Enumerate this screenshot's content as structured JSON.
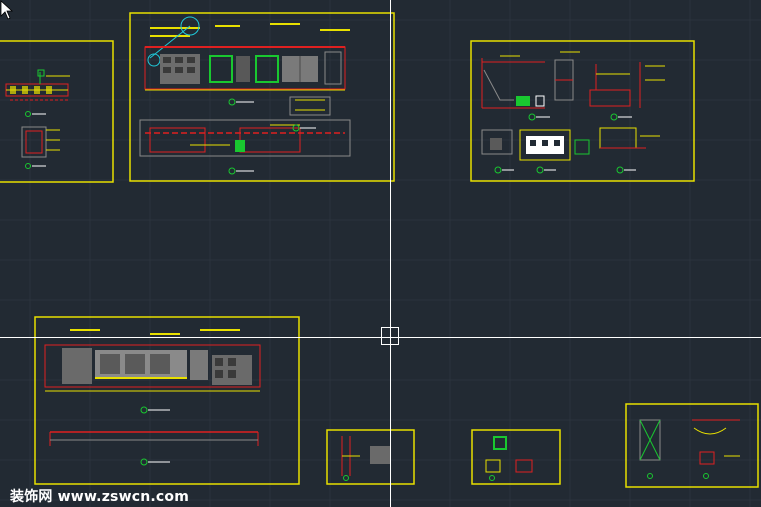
{
  "app": {
    "name": "CAD model space viewport"
  },
  "watermark": {
    "text": "装饰网 www.zswcn.com"
  },
  "colors": {
    "background": "#222a33",
    "grid": "#2d3540",
    "frame": "#e8e000",
    "red": "#e02020",
    "green": "#19c830",
    "cyan": "#20c8d8",
    "white": "#ffffff",
    "gray": "#8a8a8a"
  },
  "icons": {
    "cursor": "crosshair-cursor-icon",
    "pointer": "arrow-pointer-icon",
    "pickbox": "pickbox-icon"
  },
  "sheets": [
    {
      "id": "sheet-left-partial"
    },
    {
      "id": "sheet-top-center"
    },
    {
      "id": "sheet-top-right"
    },
    {
      "id": "sheet-bottom-left"
    },
    {
      "id": "sheet-small-a"
    },
    {
      "id": "sheet-small-b"
    },
    {
      "id": "sheet-bottom-right"
    }
  ]
}
